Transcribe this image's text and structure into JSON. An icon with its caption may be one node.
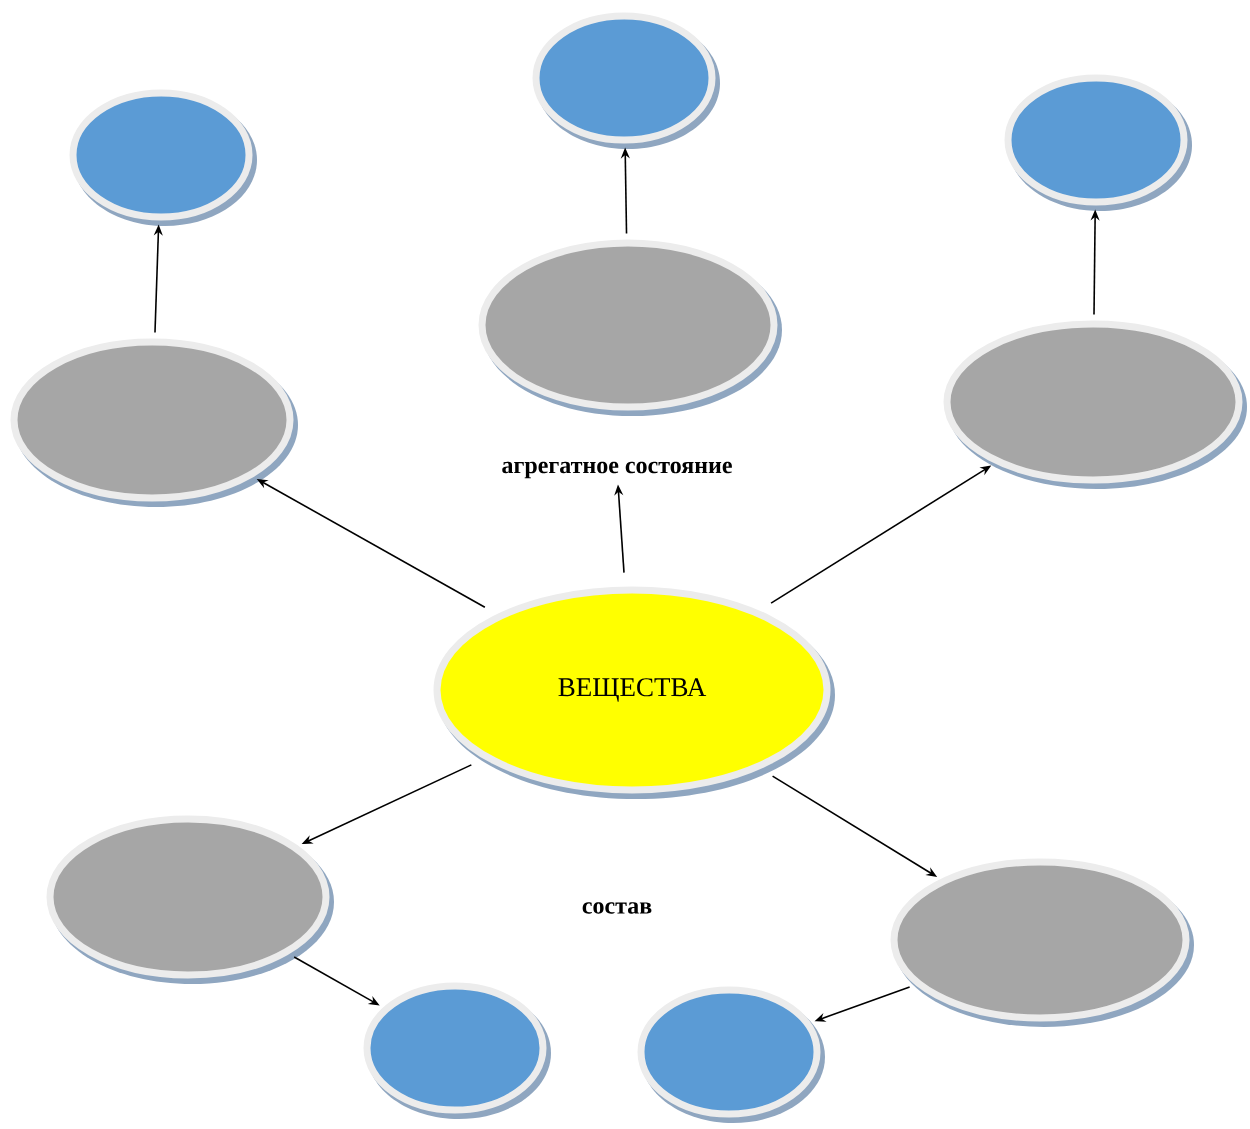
{
  "diagram": {
    "nodes": [
      {
        "text": [],
        "shape": "ellipse"
      },
      {
        "text": [],
        "shape": "ellipse"
      },
      {
        "text": [],
        "shape": "ellipse"
      },
      {
        "text": [],
        "shape": "ellipse"
      },
      {
        "text": [],
        "shape": "ellipse"
      },
      {
        "text": [],
        "shape": "ellipse"
      },
      {
        "text": [
          "агрегатное состояние"
        ]
      },
      {
        "text": [
          "ВЕЩЕСТВА"
        ]
      },
      {
        "text": [],
        "shape": "ellipse"
      },
      {
        "text": [],
        "shape": "ellipse"
      },
      {
        "text": [],
        "shape": "ellipse"
      },
      {
        "text": [],
        "shape": "ellipse"
      }
    ],
    "edges": [
      {
        "from": 7,
        "to": 5,
        "arrow": "to"
      },
      {
        "from": 7,
        "to": 6,
        "arrow": "to"
      },
      {
        "from": 7,
        "to": 4,
        "arrow": "to"
      },
      {
        "from": 7,
        "to": 8,
        "arrow": "to"
      },
      {
        "from": 7,
        "to": 9,
        "arrow": "to"
      },
      {
        "from": 5,
        "to": 2,
        "arrow": "to"
      },
      {
        "from": 3,
        "to": 0,
        "arrow": "to"
      },
      {
        "from": 4,
        "to": 1,
        "arrow": "to"
      },
      {
        "from": 8,
        "to": 10,
        "arrow": "to"
      },
      {
        "from": 9,
        "to": 11,
        "arrow": "to"
      }
    ],
    "labels": [
      "состав"
    ]
  }
}
